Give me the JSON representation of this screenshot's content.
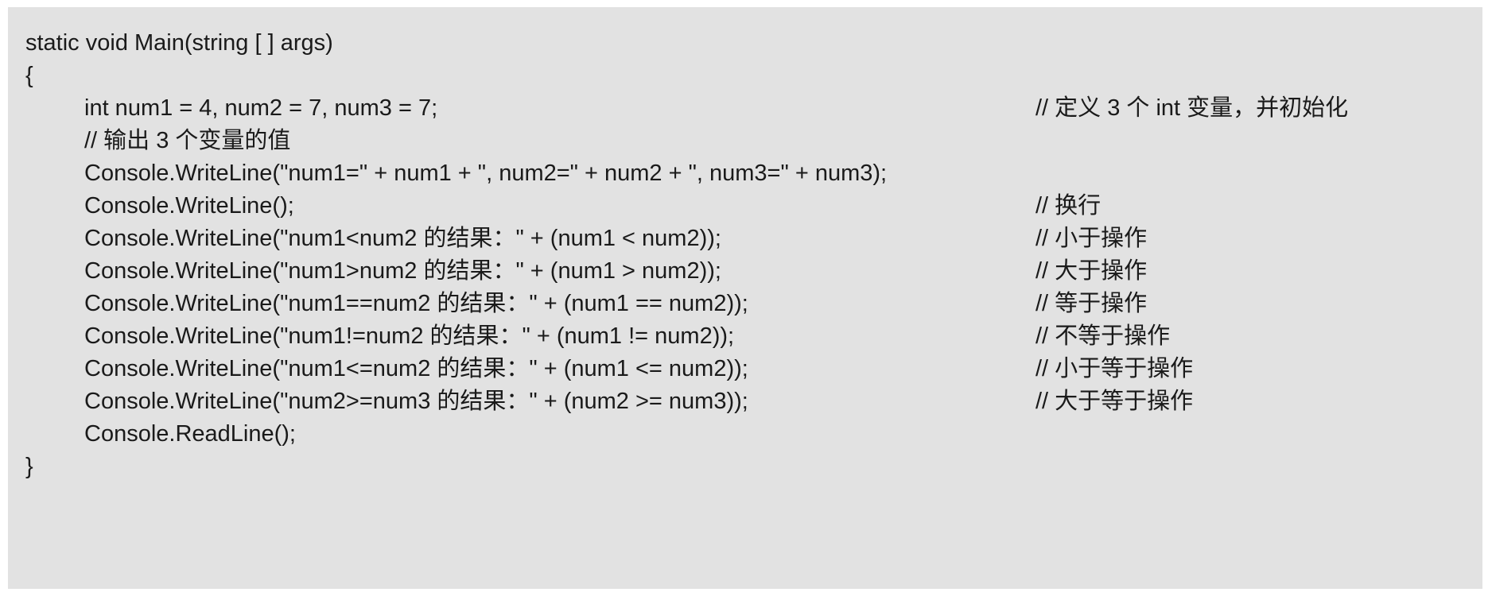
{
  "lines": [
    {
      "code": "static void Main(string [ ] args)",
      "comment": ""
    },
    {
      "code": "{",
      "comment": ""
    },
    {
      "code": "int num1 = 4, num2 = 7, num3 = 7;",
      "comment": "// 定义 3 个 int 变量，并初始化"
    },
    {
      "code": "// 输出 3 个变量的值",
      "comment": ""
    },
    {
      "code": "Console.WriteLine(\"num1=\" + num1 + \", num2=\" + num2 + \", num3=\" + num3);",
      "comment": ""
    },
    {
      "code": "Console.WriteLine();",
      "comment": "// 换行"
    },
    {
      "code": "Console.WriteLine(\"num1<num2 的结果：\" + (num1 < num2));",
      "comment": "// 小于操作"
    },
    {
      "code": "Console.WriteLine(\"num1>num2 的结果：\" + (num1 > num2));",
      "comment": "// 大于操作"
    },
    {
      "code": "Console.WriteLine(\"num1==num2 的结果：\" + (num1 == num2));",
      "comment": "// 等于操作"
    },
    {
      "code": "Console.WriteLine(\"num1!=num2 的结果：\" + (num1 != num2));",
      "comment": "// 不等于操作"
    },
    {
      "code": "Console.WriteLine(\"num1<=num2 的结果：\" + (num1 <= num2));",
      "comment": "// 小于等于操作"
    },
    {
      "code": "Console.WriteLine(\"num2>=num3 的结果：\" + (num2 >= num3));",
      "comment": "// 大于等于操作"
    },
    {
      "code": "Console.ReadLine();",
      "comment": ""
    },
    {
      "code": "}",
      "comment": ""
    }
  ]
}
